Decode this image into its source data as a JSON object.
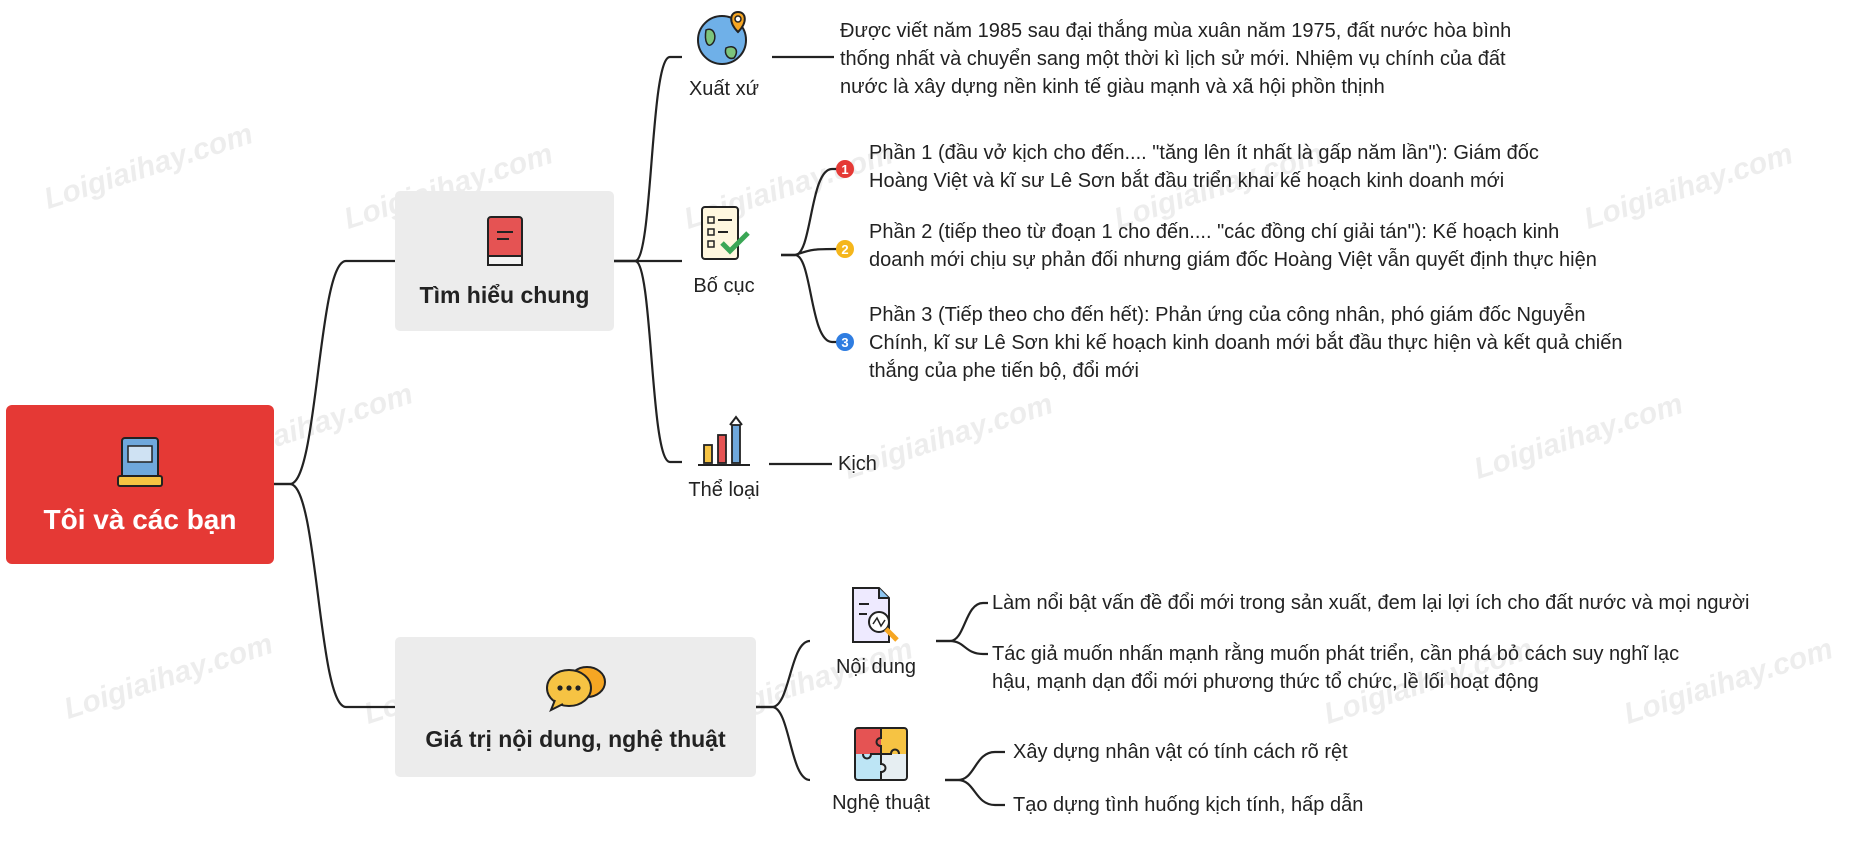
{
  "root": {
    "label": "Tôi và các bạn",
    "color": "#e53935",
    "icon": "book-icon"
  },
  "watermark": "Loigiaihay.com",
  "branches": [
    {
      "label": "Tìm hiểu chung",
      "icon": "red-book-icon",
      "children": [
        {
          "label": "Xuất xứ",
          "icon": "globe-location-icon",
          "text": [
            "Được viết năm 1985 sau đại thắng mùa xuân năm 1975, đất nước hòa bình",
            "thống nhất và chuyển sang một thời kì lịch sử mới. Nhiệm vụ chính của đất",
            "nước là xây dựng nền kinh tế giàu mạnh và xã hội phồn thịnh"
          ]
        },
        {
          "label": "Bố cục",
          "icon": "checklist-icon",
          "parts": [
            {
              "num": "1",
              "color": "#e53935",
              "lines": [
                "Phần 1 (đầu vở kịch cho đến.... \"tăng lên ít nhất là gấp năm lần\"): Giám đốc",
                "Hoàng Việt và kĩ sư Lê Sơn bắt đầu triển khai kế hoạch kinh doanh mới"
              ]
            },
            {
              "num": "2",
              "color": "#f5b61b",
              "lines": [
                "Phần 2 (tiếp theo từ đoạn 1 cho đến.... \"các đồng chí giải tán\"): Kế hoạch kinh",
                "doanh mới chịu sự phản đối nhưng giám đốc Hoàng Việt vẫn quyết định thực hiện"
              ]
            },
            {
              "num": "3",
              "color": "#2f7de1",
              "lines": [
                "Phần 3 (Tiếp theo cho đến hết): Phản ứng của công nhân, phó giám đốc Nguyễn",
                "Chính, kĩ sư Lê Sơn khi kế hoạch kinh doanh mới bắt đầu thực hiện và kết quả chiến",
                "thắng của phe tiến bộ, đổi mới"
              ]
            }
          ]
        },
        {
          "label": "Thể loại",
          "icon": "bar-chart-icon",
          "text": [
            "Kịch"
          ]
        }
      ]
    },
    {
      "label": "Giá trị nội dung, nghệ thuật",
      "icon": "chat-bubbles-icon",
      "children": [
        {
          "label": "Nội dung",
          "icon": "document-search-icon",
          "items": [
            [
              "Làm nổi bật vấn đề đổi mới trong sản xuất, đem lại lợi ích cho đất nước và mọi người"
            ],
            [
              "Tác giả muốn nhấn mạnh rằng muốn phát triển, cần phá bỏ cách suy nghĩ lạc",
              "hậu, mạnh dạn đổi mới phương thức tổ chức, lề lối hoạt động"
            ]
          ]
        },
        {
          "label": "Nghệ thuật",
          "icon": "puzzle-icon",
          "items": [
            [
              "Xây dựng nhân vật có tính cách rõ rệt"
            ],
            [
              "Tạo dựng tình huống kịch tính, hấp dẫn"
            ]
          ]
        }
      ]
    }
  ]
}
